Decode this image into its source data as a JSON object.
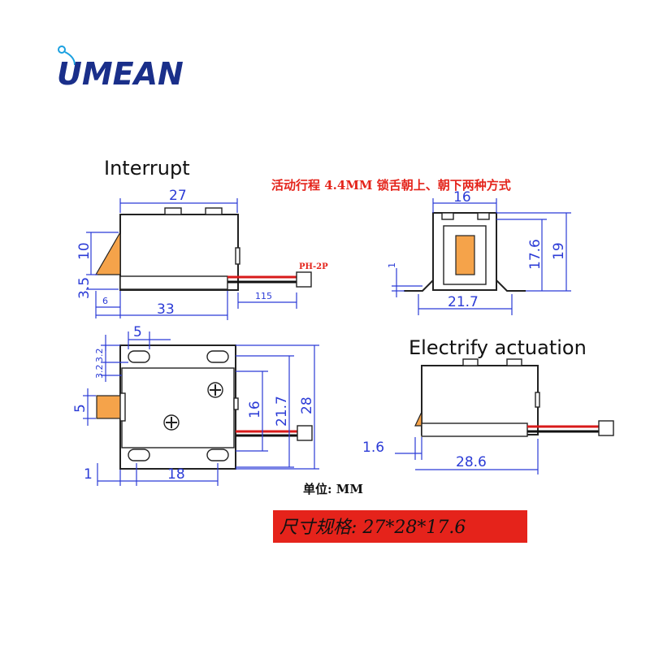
{
  "brand": {
    "logo_text": "UMEAN",
    "logo_color": "#1a2f8a",
    "accent": "#1aa0e0"
  },
  "views": {
    "interrupt_title": "Interrupt",
    "electrify_title": "Electrify actuation"
  },
  "note_cn": "活动行程 4.4MM 锁舌朝上、朝下两种方式",
  "connector_label": "PH-2P",
  "unit_label": "单位: MM",
  "spec_label": "尺寸规格: 27*28*17.6",
  "spec_bg": "#e5231b",
  "dimensions": {
    "side_top_width": "27",
    "side_height_upper": "10",
    "side_height_lower": "3.5",
    "side_bolt_offset": "6",
    "side_total_length": "33",
    "wire_length": "115",
    "front_top_width": "16",
    "front_small": "1",
    "front_inner_height": "17.6",
    "front_total_height": "19",
    "front_base_width": "21.7",
    "top_hole_width": "5",
    "top_hole_offset_1": "3.2",
    "top_hole_offset_2": "3.2",
    "top_latch_width": "5",
    "top_center_height": "16",
    "top_inner_height": "21.7",
    "top_total_height": "28",
    "top_left_offset": "1",
    "top_base_width": "18",
    "elec_offset": "1.6",
    "elec_length": "28.6"
  }
}
